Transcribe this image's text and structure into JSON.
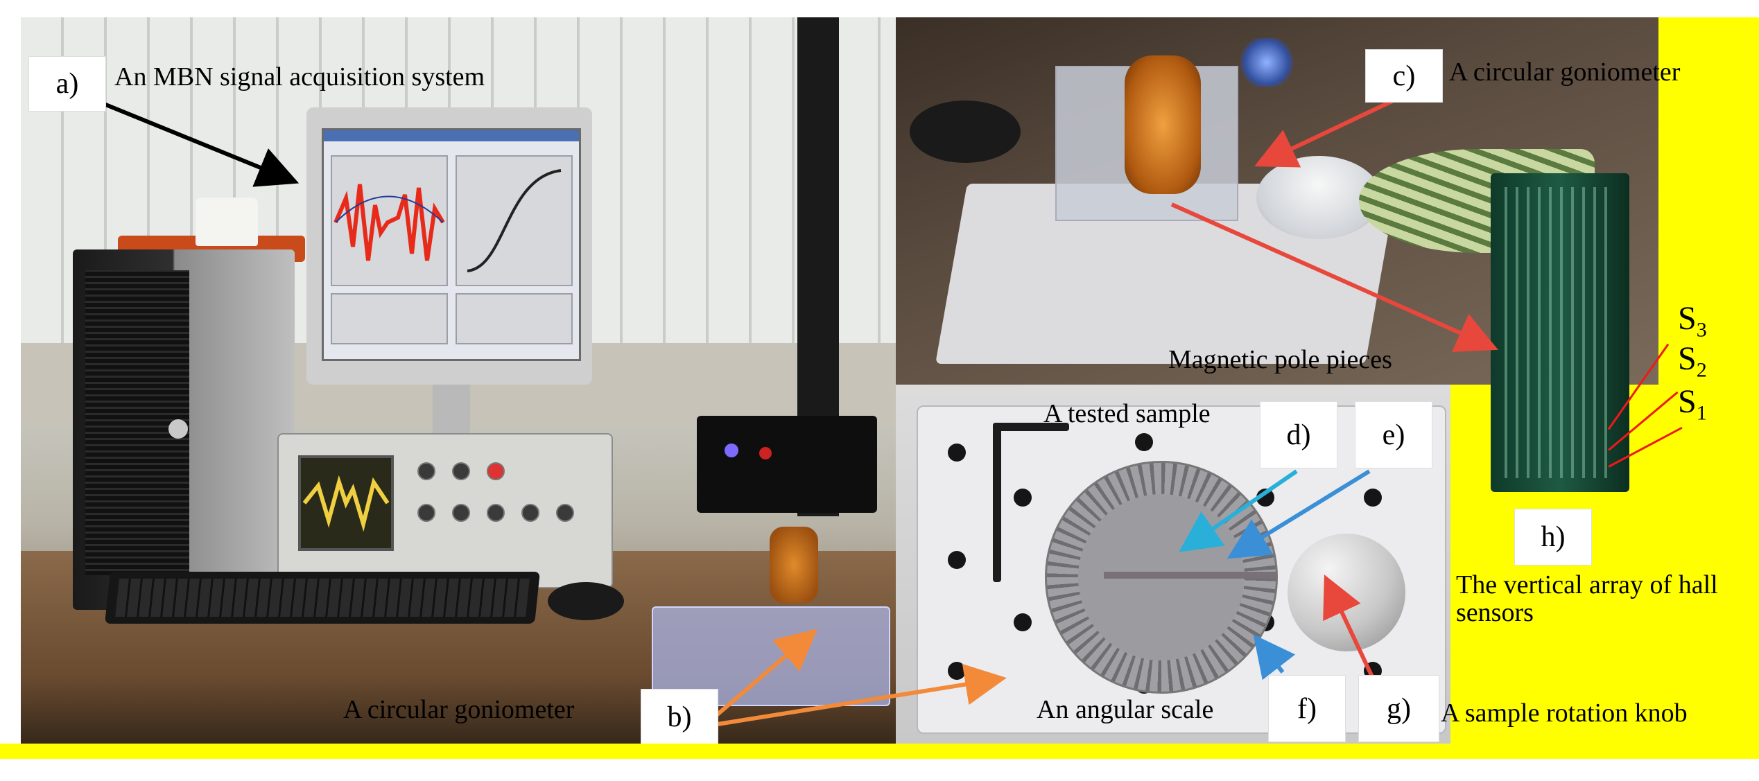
{
  "labels": {
    "a": "a)",
    "b": "b)",
    "c": "c)",
    "d": "d)",
    "e": "e)",
    "f": "f)",
    "g": "g)",
    "h": "h)"
  },
  "captions": {
    "a": "An MBN signal acquisition system",
    "b": "A circular goniometer",
    "c": "A circular goniometer",
    "pole_pieces": "Magnetic pole pieces",
    "tested_sample": "A tested sample",
    "f": "An angular scale",
    "g": "A sample rotation knob",
    "h": "The vertical array of hall sensors"
  },
  "sensors": {
    "s3": "S",
    "s3_sub": "3",
    "s2": "S",
    "s2_sub": "2",
    "s1": "S",
    "s1_sub": "1"
  },
  "colors": {
    "arrow_black": "#000000",
    "arrow_red": "#e8473c",
    "arrow_orange": "#f28a3a",
    "arrow_blue": "#3a8fd6",
    "arrow_cyan": "#2ab0d8",
    "sensor_red": "#ee1a1a",
    "highlight_yellow": "#ffff00"
  }
}
